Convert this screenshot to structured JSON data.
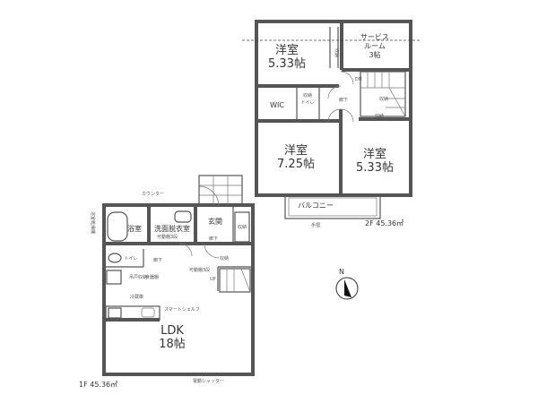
{
  "floor2": {
    "area_label": "2F 45.36㎡",
    "rooms": {
      "western_room_nw": {
        "name": "洋室",
        "size": "5.33帖"
      },
      "service_room": {
        "name": "サービス",
        "name2": "ルーム",
        "size": "3帖"
      },
      "wic": "WIC",
      "toilet": "トイレ",
      "toilet_note": "収納",
      "hallway": "廊下",
      "western_room_sw": {
        "name": "洋室",
        "size": "7.25帖"
      },
      "western_room_se": {
        "name": "洋室",
        "size": "5.33帖"
      },
      "storage_1": "収納",
      "storage_2": "収納",
      "storage_3": "収納",
      "balcony": "バルコニー",
      "handrail": "手摺",
      "stairs_dn": "DN"
    }
  },
  "floor1": {
    "area_label": "1F 45.36㎡",
    "rooms": {
      "bath": "浴室",
      "washroom": "洗面脱衣室",
      "entrance": "玄関",
      "shoe_storage": "収納",
      "hallway_1": "廊下",
      "hallway_2": "廊下",
      "toilet": "トイレ",
      "storage": "収納",
      "stairs_up": "UP",
      "ldk": {
        "name": "LDK",
        "size": "18帖"
      }
    },
    "notes": {
      "counter": "カウンター",
      "movable_shelf_1": "可動棚3段",
      "movable_shelf_2": "可動棚3段",
      "smart_shelf": "スマートシェルフ",
      "shutter": "電動シャッター",
      "cupboard_1": "吊戸収納",
      "cupboard_2": "食器棚",
      "fridge": "冷蔵庫",
      "bath_dryer": "浴室乾燥機"
    }
  },
  "compass": {
    "north": "N"
  }
}
